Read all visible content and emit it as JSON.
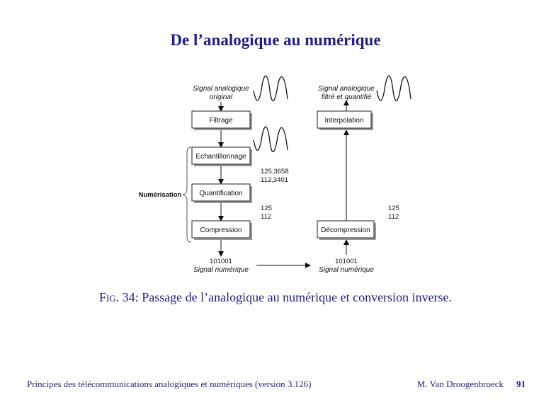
{
  "title": "De l’analogique au numérique",
  "diagram": {
    "input_label": [
      "Signal analogique",
      "original"
    ],
    "output_label": [
      "Signal analogique",
      "filtré et quantifié"
    ],
    "group_label": "Numérisation",
    "boxes": {
      "filtrage": "Filtrage",
      "echantillonnage": "Echantillonnage",
      "quantification": "Quantification",
      "compression": "Compression",
      "interpolation": "Interpolation",
      "decompression": "Décompression"
    },
    "sample_values": [
      "125,3658",
      "112,3401"
    ],
    "quantized_values_left": [
      "125",
      "112"
    ],
    "quantized_values_right": [
      "125",
      "112"
    ],
    "bits_left": "101001",
    "bits_right": "101001",
    "digital_signal_label": "Signal numérique"
  },
  "caption": {
    "label": "Fig. 34:",
    "text": "Passage de l’analogique au numérique et conversion inverse."
  },
  "footer": {
    "left": "Principes des télécommunications analogiques et numériques (version 3.126)",
    "author": "M. Van Droogenbroeck",
    "page": "91"
  }
}
